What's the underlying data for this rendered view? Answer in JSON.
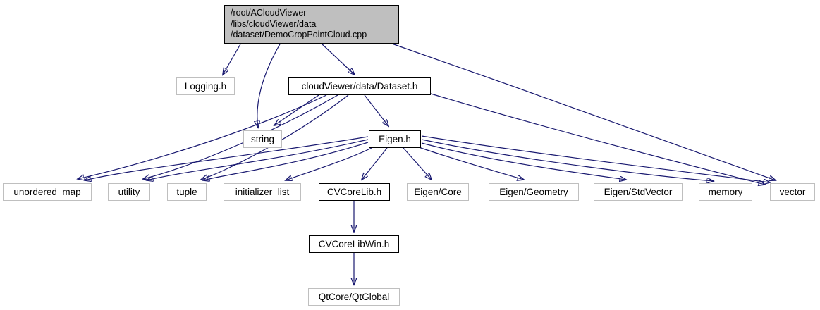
{
  "graph": {
    "kind": "doxygen-include-dependency-graph",
    "arrow_color": "#191970",
    "current_node_fill": "#bfbfbf",
    "documented_border_color": "#000000",
    "external_border_color": "#bfbfbf",
    "nodes": [
      {
        "id": "cpp",
        "lines": [
          "/root/ACloudViewer",
          "/libs/cloudViewer/data",
          "/dataset/DemoCropPointCloud.cpp"
        ],
        "current": true,
        "documented": false
      },
      {
        "id": "logging",
        "label": "Logging.h",
        "documented": false
      },
      {
        "id": "dataset",
        "label": "cloudViewer/data/Dataset.h",
        "documented": true
      },
      {
        "id": "string",
        "label": "string",
        "documented": false
      },
      {
        "id": "eigen",
        "label": "Eigen.h",
        "documented": true
      },
      {
        "id": "unordered_map",
        "label": "unordered_map",
        "documented": false
      },
      {
        "id": "utility",
        "label": "utility",
        "documented": false
      },
      {
        "id": "tuple",
        "label": "tuple",
        "documented": false
      },
      {
        "id": "initializer_list",
        "label": "initializer_list",
        "documented": false
      },
      {
        "id": "cvcorelib",
        "label": "CVCoreLib.h",
        "documented": true
      },
      {
        "id": "eigen_core",
        "label": "Eigen/Core",
        "documented": false
      },
      {
        "id": "eigen_geometry",
        "label": "Eigen/Geometry",
        "documented": false
      },
      {
        "id": "eigen_stdvector",
        "label": "Eigen/StdVector",
        "documented": false
      },
      {
        "id": "memory",
        "label": "memory",
        "documented": false
      },
      {
        "id": "vector",
        "label": "vector",
        "documented": false
      },
      {
        "id": "cvcorelibwin",
        "label": "CVCoreLibWin.h",
        "documented": true
      },
      {
        "id": "qtglobal",
        "label": "QtCore/QtGlobal",
        "documented": false
      }
    ],
    "edges": [
      {
        "from": "cpp",
        "to": "logging"
      },
      {
        "from": "cpp",
        "to": "dataset"
      },
      {
        "from": "cpp",
        "to": "string"
      },
      {
        "from": "cpp",
        "to": "vector"
      },
      {
        "from": "dataset",
        "to": "string"
      },
      {
        "from": "dataset",
        "to": "eigen"
      },
      {
        "from": "dataset",
        "to": "unordered_map"
      },
      {
        "from": "dataset",
        "to": "utility"
      },
      {
        "from": "dataset",
        "to": "tuple"
      },
      {
        "from": "dataset",
        "to": "vector"
      },
      {
        "from": "eigen",
        "to": "unordered_map"
      },
      {
        "from": "eigen",
        "to": "utility"
      },
      {
        "from": "eigen",
        "to": "tuple"
      },
      {
        "from": "eigen",
        "to": "initializer_list"
      },
      {
        "from": "eigen",
        "to": "cvcorelib"
      },
      {
        "from": "eigen",
        "to": "eigen_core"
      },
      {
        "from": "eigen",
        "to": "eigen_geometry"
      },
      {
        "from": "eigen",
        "to": "eigen_stdvector"
      },
      {
        "from": "eigen",
        "to": "memory"
      },
      {
        "from": "eigen",
        "to": "vector"
      },
      {
        "from": "cvcorelib",
        "to": "cvcorelibwin"
      },
      {
        "from": "cvcorelibwin",
        "to": "qtglobal"
      }
    ]
  }
}
